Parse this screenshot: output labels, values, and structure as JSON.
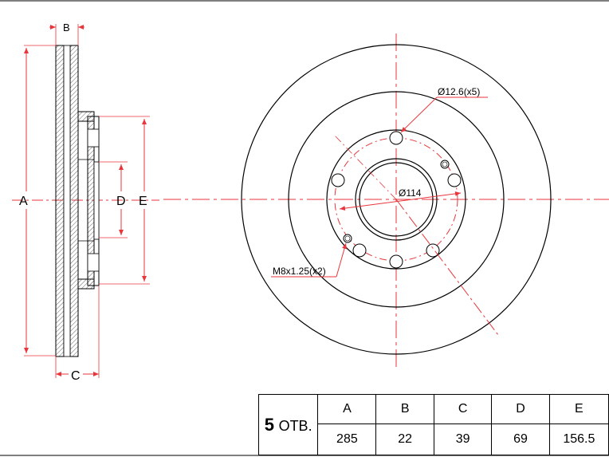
{
  "frame": {
    "border_color": "#555555"
  },
  "side_view": {
    "labels": {
      "A": "A",
      "B": "B",
      "C": "C",
      "D": "D",
      "E": "E"
    }
  },
  "front_view": {
    "bolt_hole_callout": "Ø12.6(x5)",
    "pcd_callout": "Ø114",
    "thread_callout": "M8x1.25(x2)"
  },
  "colors": {
    "dimension_line": "#e8363c",
    "outline": "#000000",
    "hatch": "#666666"
  },
  "spec_table": {
    "holes_count": "5",
    "holes_unit": "ОТВ.",
    "headers": [
      "A",
      "B",
      "C",
      "D",
      "E"
    ],
    "values": [
      "285",
      "22",
      "39",
      "69",
      "156.5"
    ]
  }
}
